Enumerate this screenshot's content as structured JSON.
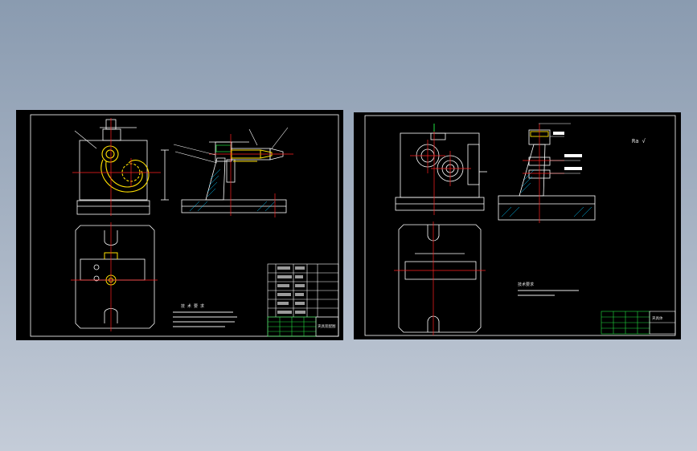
{
  "colors": {
    "background_top": "#8a9bb0",
    "background_bottom": "#c4ccd8",
    "sheet": "#000000",
    "line": "#ffffff",
    "center_line": "#ff2020",
    "highlight": "#ffe000",
    "hatch_cyan": "#00c8ff",
    "hatch_green": "#20e040",
    "dim_red": "#ff3030"
  },
  "sheet_left": {
    "notes_title": "技 术 要 求",
    "notes": [
      "1. ...",
      "2. ...",
      "3. ..."
    ],
    "title_block": {
      "drawing_title": "夹具装配图"
    }
  },
  "sheet_right": {
    "roughness_symbol": "Ra √",
    "notes_title": "技术要求",
    "notes": [
      "1. ...",
      "2. ..."
    ],
    "title_block": {
      "drawing_title": "夹具体"
    }
  }
}
